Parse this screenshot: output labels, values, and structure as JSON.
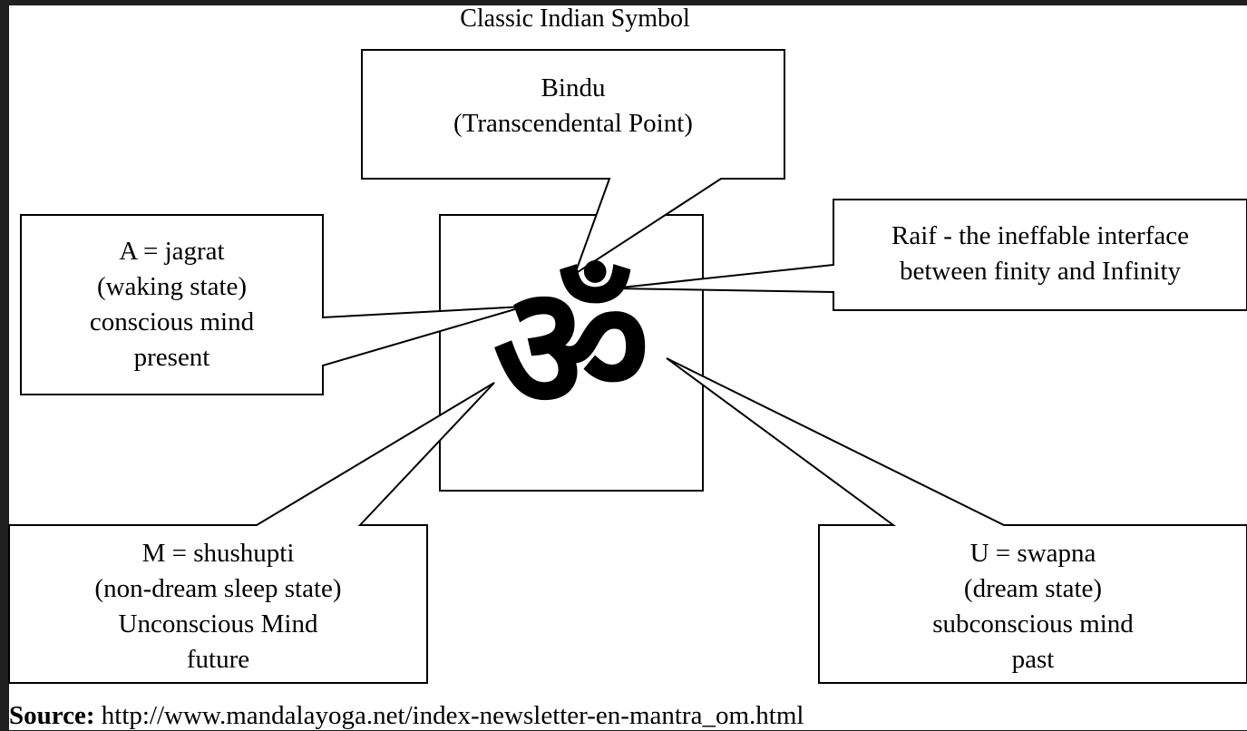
{
  "title": "Classic Indian Symbol",
  "symbol_glyph": "ॐ",
  "callouts": {
    "bindu": [
      "Bindu",
      "(Transcendental Point)"
    ],
    "raif": [
      "Raif - the ineffable interface",
      "between finity and Infinity"
    ],
    "a": [
      "A = jagrat",
      "(waking state)",
      "conscious mind",
      "present"
    ],
    "m": [
      "M = shushupti",
      "(non-dream sleep state)",
      "Unconscious Mind",
      "future"
    ],
    "u": [
      "U = swapna",
      "(dream state)",
      "subconscious mind",
      "past"
    ]
  },
  "source": {
    "label": "Source:",
    "url": "http://www.mandalayoga.net/index-newsletter-en-mantra_om.html"
  }
}
